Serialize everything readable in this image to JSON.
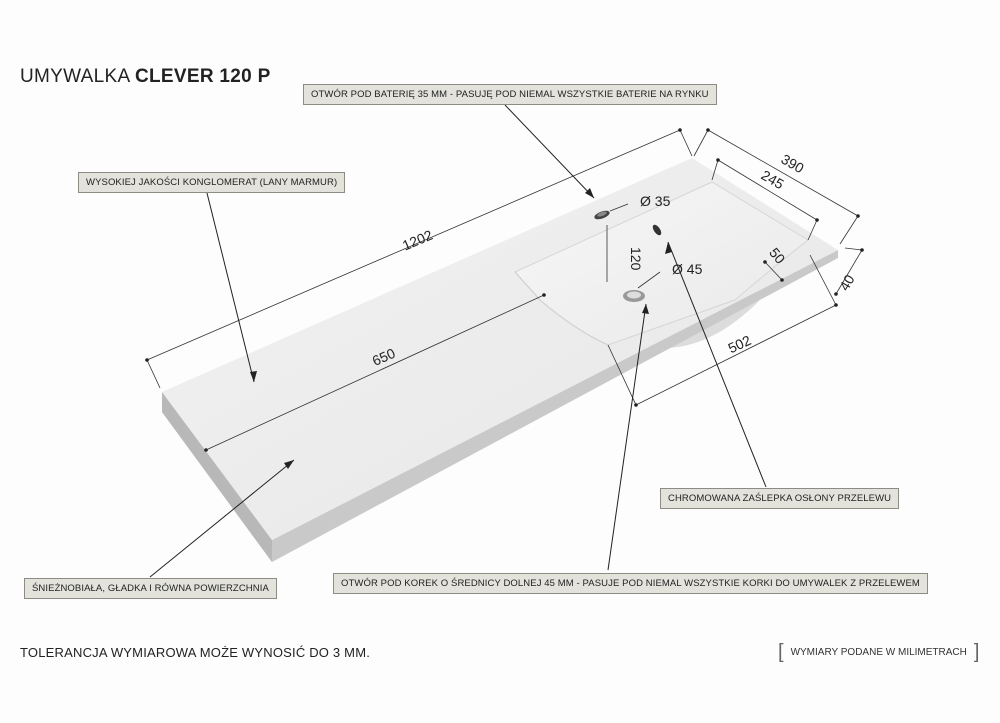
{
  "title": {
    "prefix": "UMYWALKA ",
    "name": "CLEVER 120 P"
  },
  "callouts": {
    "tap_hole": "OTWÓR POD BATERIĘ 35 MM - PASUJĘ POD NIEMAL WSZYSTKIE BATERIE NA RYNKU",
    "material": "WYSOKIEJ JAKOŚCI KONGLOMERAT (LANY MARMUR)",
    "overflow": "CHROMOWANA ZAŚLEPKA OSŁONY PRZELEWU",
    "surface": "ŚNIEŻNOBIAŁA, GŁADKA I RÓWNA POWIERZCHNIA",
    "drain": "OTWÓR POD KOREK O ŚREDNICY DOLNEJ 45 MM - PASUJE POD NIEMAL WSZYSTKIE KORKI DO UMYWALEK Z PRZELEWEM"
  },
  "dimensions": {
    "total_length": "1202",
    "counter_length": "650",
    "depth": "390",
    "bowl_depth": "245",
    "bowl_length": "502",
    "height": "40",
    "edge": "50",
    "tap_to_drain": "120",
    "tap_diameter": "Ø 35",
    "drain_diameter": "Ø 45"
  },
  "footer": {
    "tolerance": "TOLERANCJA WYMIAROWA MOŻE WYNOSIĆ DO 3 MM.",
    "units": "WYMIARY PODANE W MILIMETRACH"
  }
}
